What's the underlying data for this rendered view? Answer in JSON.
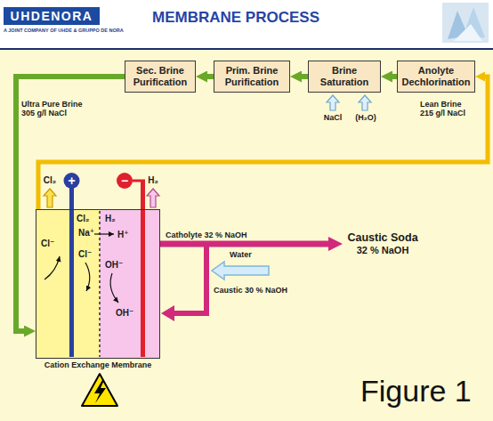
{
  "diagram": {
    "title": "MEMBRANE PROCESS",
    "caption": "Figure 1",
    "nodes": [
      {
        "text": [
          "Sec. Brine Purification"
        ]
      },
      {
        "text": [
          "Prim. Brine Purification"
        ]
      },
      {
        "text": [
          "Brine Saturation"
        ]
      },
      {
        "text": [
          "Anolyte Dechlorination"
        ]
      },
      {
        "text": [
          "Cation Exchange Membrane"
        ]
      },
      {
        "text": [
          "Caustic Soda",
          "32 % NaOH"
        ]
      }
    ],
    "edges": [
      {
        "from": 3,
        "to": 2,
        "arrow": "to"
      },
      {
        "from": 2,
        "to": 1,
        "arrow": "to"
      },
      {
        "from": 1,
        "to": 0,
        "arrow": "to"
      },
      {
        "from": 0,
        "to": 4,
        "label": "Ultra Pure Brine 305 g/l NaCl",
        "arrow": "to"
      },
      {
        "from": 4,
        "to": 3,
        "label": "Lean Brine 215 g/l NaCl",
        "arrow": "to"
      },
      {
        "from": 4,
        "to": 5,
        "label": "Catholyte 32 % NaOH",
        "arrow": "to"
      }
    ],
    "labels": [
      "UHDENORA",
      "A JOINT COMPANY OF UHDE & GRUPPO DE NORA",
      "NaCl",
      "(H₂O)",
      "Cl₂",
      "H₂",
      "+",
      "−",
      "Cl⁻",
      "Na⁺",
      "Cl⁻",
      "Cl₂",
      "H₂",
      "H⁺",
      "OH⁻",
      "OH⁻",
      "Water",
      "Caustic 30 % NaOH"
    ]
  }
}
